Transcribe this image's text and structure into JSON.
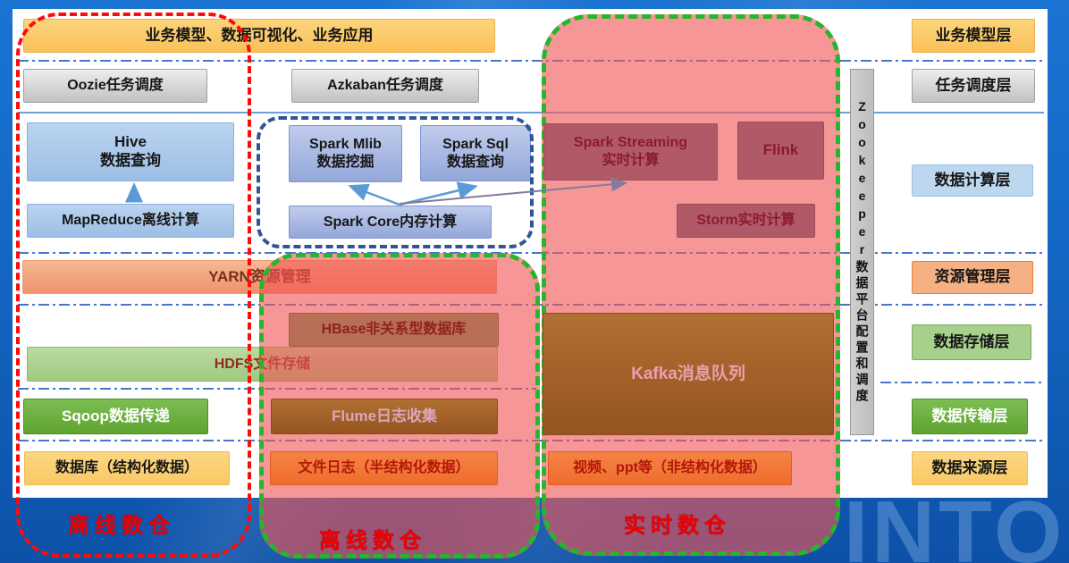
{
  "top_bar": {
    "label": "业务模型、数据可视化、业务应用"
  },
  "scheduling": {
    "oozie": "Oozie任务调度",
    "azkaban": "Azkaban任务调度"
  },
  "compute": {
    "hive_line1": "Hive",
    "hive_line2": "数据查询",
    "mapreduce": "MapReduce离线计算",
    "spark_mlib_line1": "Spark Mlib",
    "spark_mlib_line2": "数据挖掘",
    "spark_sql_line1": "Spark Sql",
    "spark_sql_line2": "数据查询",
    "spark_core": "Spark Core内存计算",
    "spark_streaming_line1": "Spark Streaming",
    "spark_streaming_line2": "实时计算",
    "flink": "Flink",
    "storm": "Storm实时计算"
  },
  "resource": {
    "yarn": "YARN资源管理"
  },
  "storage": {
    "hbase": "HBase非关系型数据库",
    "hdfs": "HDFS文件存储",
    "kafka": "Kafka消息队列"
  },
  "transfer": {
    "sqoop": "Sqoop数据传递",
    "flume": "Flume日志收集"
  },
  "sources": {
    "db": "数据库（结构化数据）",
    "filelog": "文件日志（半结构化数据）",
    "media": "视频、ppt等（非结构化数据）"
  },
  "right_layers": {
    "biz": "业务模型层",
    "sched": "任务调度层",
    "compute": "数据计算层",
    "resource": "资源管理层",
    "storage": "数据存储层",
    "transfer": "数据传输层",
    "source": "数据来源层"
  },
  "zookeeper": {
    "label": "Zookeeper数据平台配置和调度"
  },
  "warehouse_labels": {
    "left": "离线数仓",
    "middle": "离线数仓",
    "right": "实时数仓"
  },
  "watermark": "INTO",
  "colors": {
    "offline_frame": "#ff0a0a",
    "realtime_frame": "#28b42c",
    "spark_frame": "#2f5597",
    "overlay_pink": "rgba(242,85,85,0.62)",
    "separator_blue": "#4677c8"
  }
}
